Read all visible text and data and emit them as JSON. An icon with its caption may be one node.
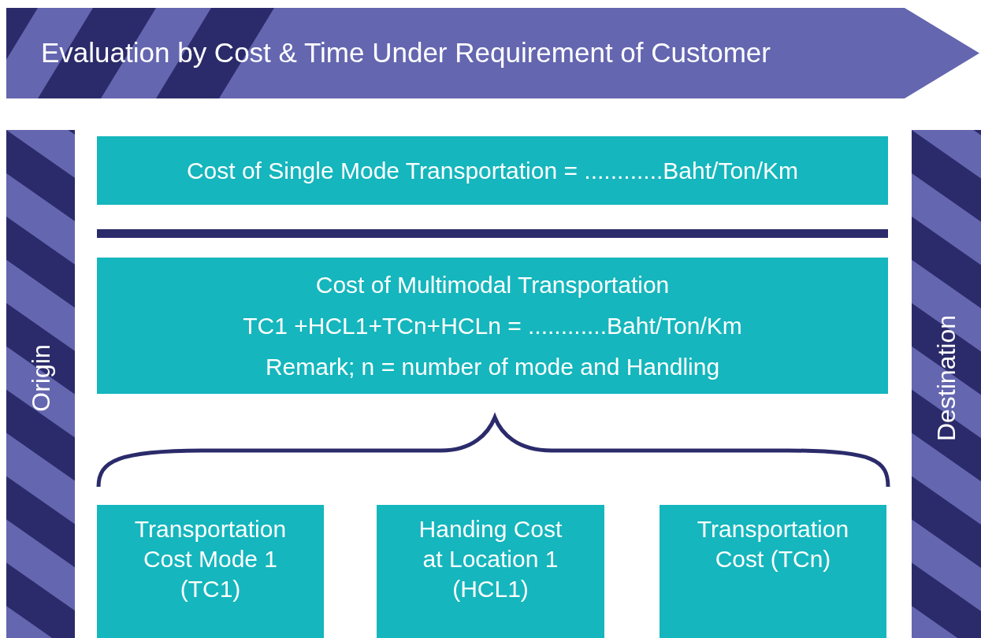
{
  "diagram": {
    "nodes": [
      {
        "text": [
          "Evaluation by Cost & Time Under Requirement of Customer"
        ]
      },
      {
        "text": [
          "Origin"
        ]
      },
      {
        "text": [
          "Cost of Single Mode Transportation = ............Baht/Ton/Km"
        ]
      },
      {
        "text": [
          "Cost of Multimodal Transportation",
          "TC1 +HCL1+TCn+HCLn = ............Baht/Ton/Km",
          "Remark; n = number of mode and Handling"
        ]
      },
      {
        "text": [
          "Transportation Cost Mode 1 (TC1)"
        ]
      },
      {
        "text": [
          "Handing Cost at Location 1 (HCL1)"
        ]
      },
      {
        "text": [
          "Transportation Cost (TCn)"
        ]
      },
      {
        "text": [
          "Destination"
        ]
      }
    ]
  }
}
